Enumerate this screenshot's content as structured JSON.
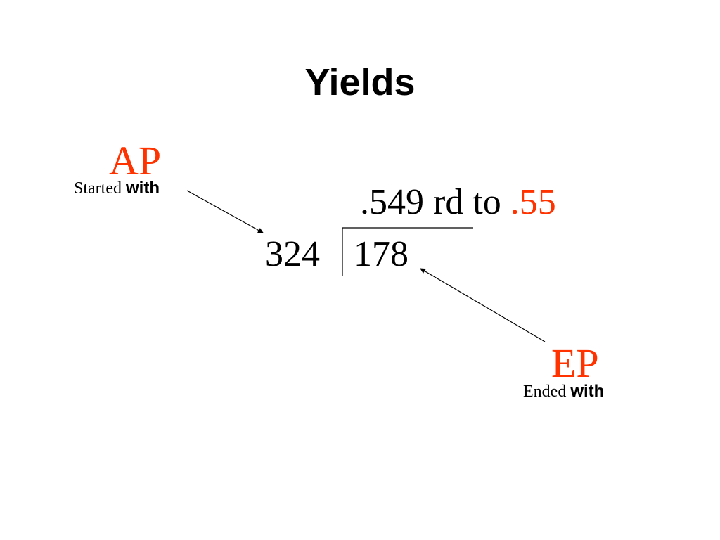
{
  "title": "Yields",
  "start": {
    "abbr": "AP",
    "label_prefix": "Started",
    "label_suffix": "with"
  },
  "end": {
    "abbr": "EP",
    "label_prefix": "Ended",
    "label_suffix": "with"
  },
  "division": {
    "divisor": "324",
    "dividend": "178",
    "quotient": ".549 rd to",
    "rounded": ".55"
  },
  "colors": {
    "accent": "#ff3300",
    "text": "#000000",
    "background": "#ffffff"
  }
}
